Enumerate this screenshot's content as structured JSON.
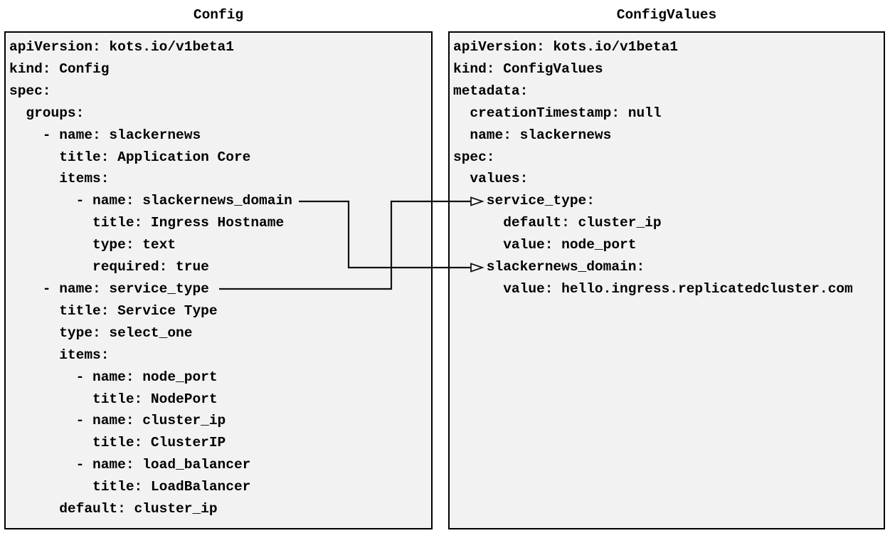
{
  "colors": {
    "page_bg": "#ffffff",
    "panel_bg": "#f2f2f2",
    "panel_border": "#000000",
    "text_color": "#000000",
    "arrow_color": "#111111"
  },
  "panels": {
    "config": {
      "title": "Config",
      "code_lines": [
        "apiVersion: kots.io/v1beta1",
        "kind: Config",
        "spec:",
        "  groups:",
        "    - name: slackernews",
        "      title: Application Core",
        "      items:",
        "        - name: slackernews_domain",
        "          title: Ingress Hostname",
        "          type: text",
        "          required: true",
        "    - name: service_type",
        "      title: Service Type",
        "      type: select_one",
        "      items:",
        "        - name: node_port",
        "          title: NodePort",
        "        - name: cluster_ip",
        "          title: ClusterIP",
        "        - name: load_balancer",
        "          title: LoadBalancer",
        "      default: cluster_ip"
      ]
    },
    "config_values": {
      "title": "ConfigValues",
      "code_lines": [
        "apiVersion: kots.io/v1beta1",
        "kind: ConfigValues",
        "metadata:",
        "  creationTimestamp: null",
        "  name: slackernews",
        "spec:",
        "  values:",
        "    service_type:",
        "      default: cluster_ip",
        "      value: node_port",
        "    slackernews_domain:",
        "      value: hello.ingress.replicatedcluster.com"
      ]
    }
  },
  "connectors": [
    {
      "from": "Config: name: slackernews_domain",
      "to": "ConfigValues: slackernews_domain:"
    },
    {
      "from": "Config: name: service_type",
      "to": "ConfigValues: service_type:"
    }
  ]
}
